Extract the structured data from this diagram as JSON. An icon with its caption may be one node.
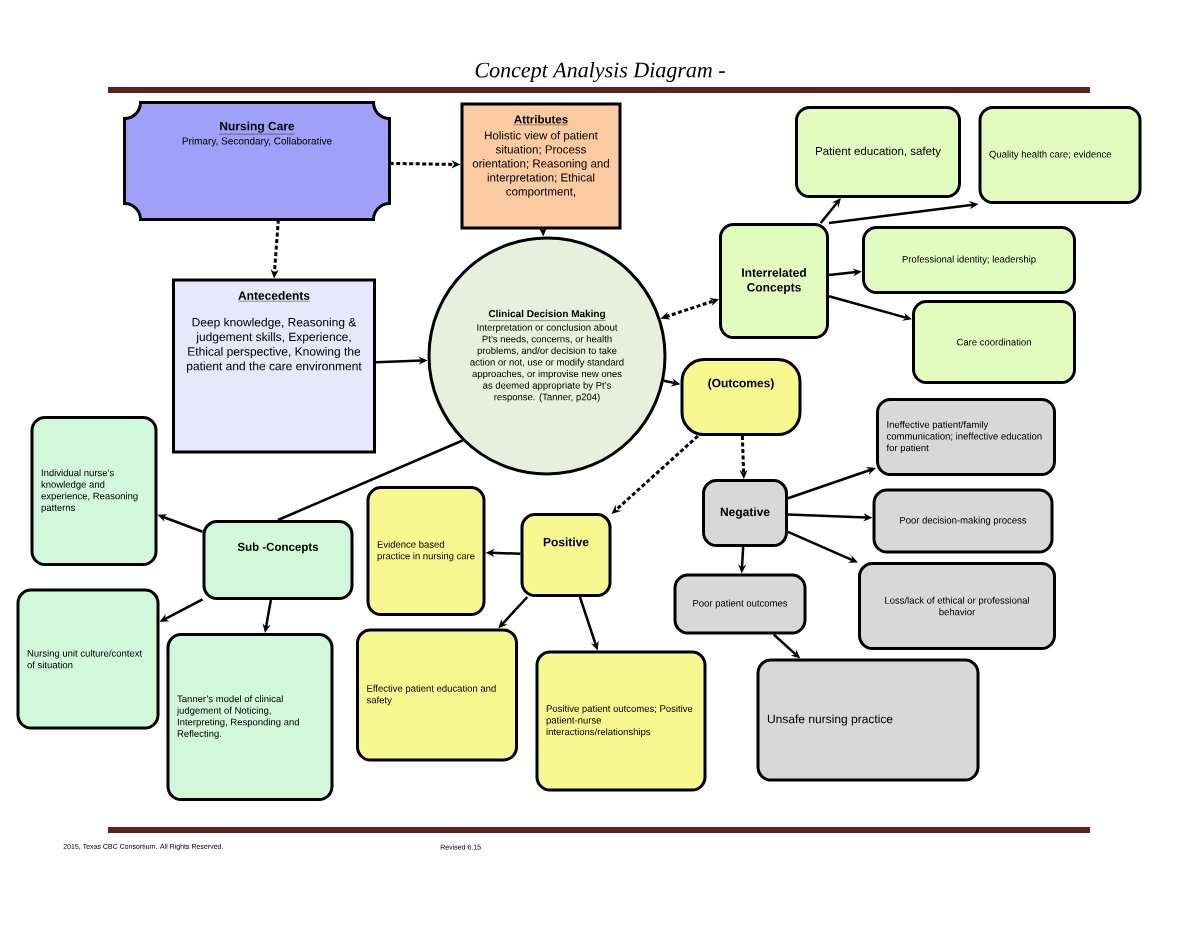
{
  "diagram": {
    "title": "Concept Analysis Diagram -",
    "nodes": [
      {
        "text": [
          "Nursing Care",
          "Primary, Secondary, Collaborative"
        ]
      },
      {
        "text": [
          "Attributes",
          "Holistic view of patient situation; Process orientation; Reasoning and interpretation; Ethical comportment,"
        ]
      },
      {
        "text": [
          "Patient education, safety"
        ]
      },
      {
        "text": [
          "Quality health care; evidence"
        ]
      },
      {
        "text": [
          "Interrelated Concepts"
        ]
      },
      {
        "text": [
          "Professional identity; leadership"
        ]
      },
      {
        "text": [
          "Antecedents",
          "Deep knowledge, Reasoning & judgement skills, Experience, Ethical perspective, Knowing the patient and the care environment"
        ]
      },
      {
        "text": [
          "Clinical Decision Making",
          "Interpretation or conclusion about Pt’s needs, concerns, or health problems, and/or decision to take action or not, use or modify standard approaches, or improvise new ones as deemed appropriate by Pt’s response. (Tanner, p204)"
        ]
      },
      {
        "text": [
          "Care coordination"
        ]
      },
      {
        "text": [
          "(Outcomes)"
        ]
      },
      {
        "text": [
          "Ineffective patient/family communication; ineffective education for patient"
        ]
      },
      {
        "text": [
          "Individual nurse’s knowledge and experience, Reasoning patterns"
        ]
      },
      {
        "text": [
          "Evidence based practice in nursing care"
        ]
      },
      {
        "text": [
          "Negative"
        ]
      },
      {
        "text": [
          "Poor decision-making process"
        ]
      },
      {
        "text": [
          "Sub -Concepts"
        ]
      },
      {
        "text": [
          "Positive"
        ]
      },
      {
        "text": [
          "Nursing unit culture/context of situation"
        ]
      },
      {
        "text": [
          "Poor patient outcomes"
        ]
      },
      {
        "text": [
          "Loss/lack of ethical or professional behavior"
        ]
      },
      {
        "text": [
          "Tanner’s model of clinical judgement of Noticing, Interpreting, Responding and Reflecting."
        ]
      },
      {
        "text": [
          "Effective patient education and safety"
        ]
      },
      {
        "text": [
          "Positive patient outcomes; Positive patient-nurse interactions/relationships"
        ]
      },
      {
        "text": [
          "Unsafe nursing practice"
        ]
      }
    ],
    "edges": [
      {
        "from": 0,
        "to": 1,
        "arrow": "to",
        "style": "dashed"
      },
      {
        "from": 0,
        "to": 6,
        "arrow": "to",
        "style": "dashed"
      },
      {
        "from": 1,
        "to": 7,
        "arrow": "to"
      },
      {
        "from": 6,
        "to": 7,
        "arrow": "to"
      },
      {
        "from": 7,
        "to": 4,
        "arrow": "both",
        "style": "dashed"
      },
      {
        "from": 4,
        "to": 2,
        "arrow": "to"
      },
      {
        "from": 4,
        "to": 3,
        "arrow": "to"
      },
      {
        "from": 4,
        "to": 5,
        "arrow": "to"
      },
      {
        "from": 4,
        "to": 8,
        "arrow": "to"
      },
      {
        "from": 7,
        "to": 9,
        "arrow": "to"
      },
      {
        "from": 9,
        "to": 16,
        "arrow": "to",
        "style": "dashed"
      },
      {
        "from": 9,
        "to": 13,
        "arrow": "to",
        "style": "dashed"
      },
      {
        "from": 15,
        "to": 7,
        "arrow": "none"
      },
      {
        "from": 15,
        "to": 11,
        "arrow": "to"
      },
      {
        "from": 15,
        "to": 17,
        "arrow": "to"
      },
      {
        "from": 15,
        "to": 20,
        "arrow": "to"
      },
      {
        "from": 16,
        "to": 12,
        "arrow": "to"
      },
      {
        "from": 16,
        "to": 21,
        "arrow": "to"
      },
      {
        "from": 16,
        "to": 22,
        "arrow": "to"
      },
      {
        "from": 13,
        "to": 10,
        "arrow": "to"
      },
      {
        "from": 13,
        "to": 14,
        "arrow": "to"
      },
      {
        "from": 13,
        "to": 19,
        "arrow": "to"
      },
      {
        "from": 13,
        "to": 18,
        "arrow": "to"
      },
      {
        "from": 18,
        "to": 23,
        "arrow": "to"
      }
    ],
    "labels": [
      "2015, Texas CBC Consortium. All Rights Reserved.",
      "Revised 6.15"
    ]
  }
}
